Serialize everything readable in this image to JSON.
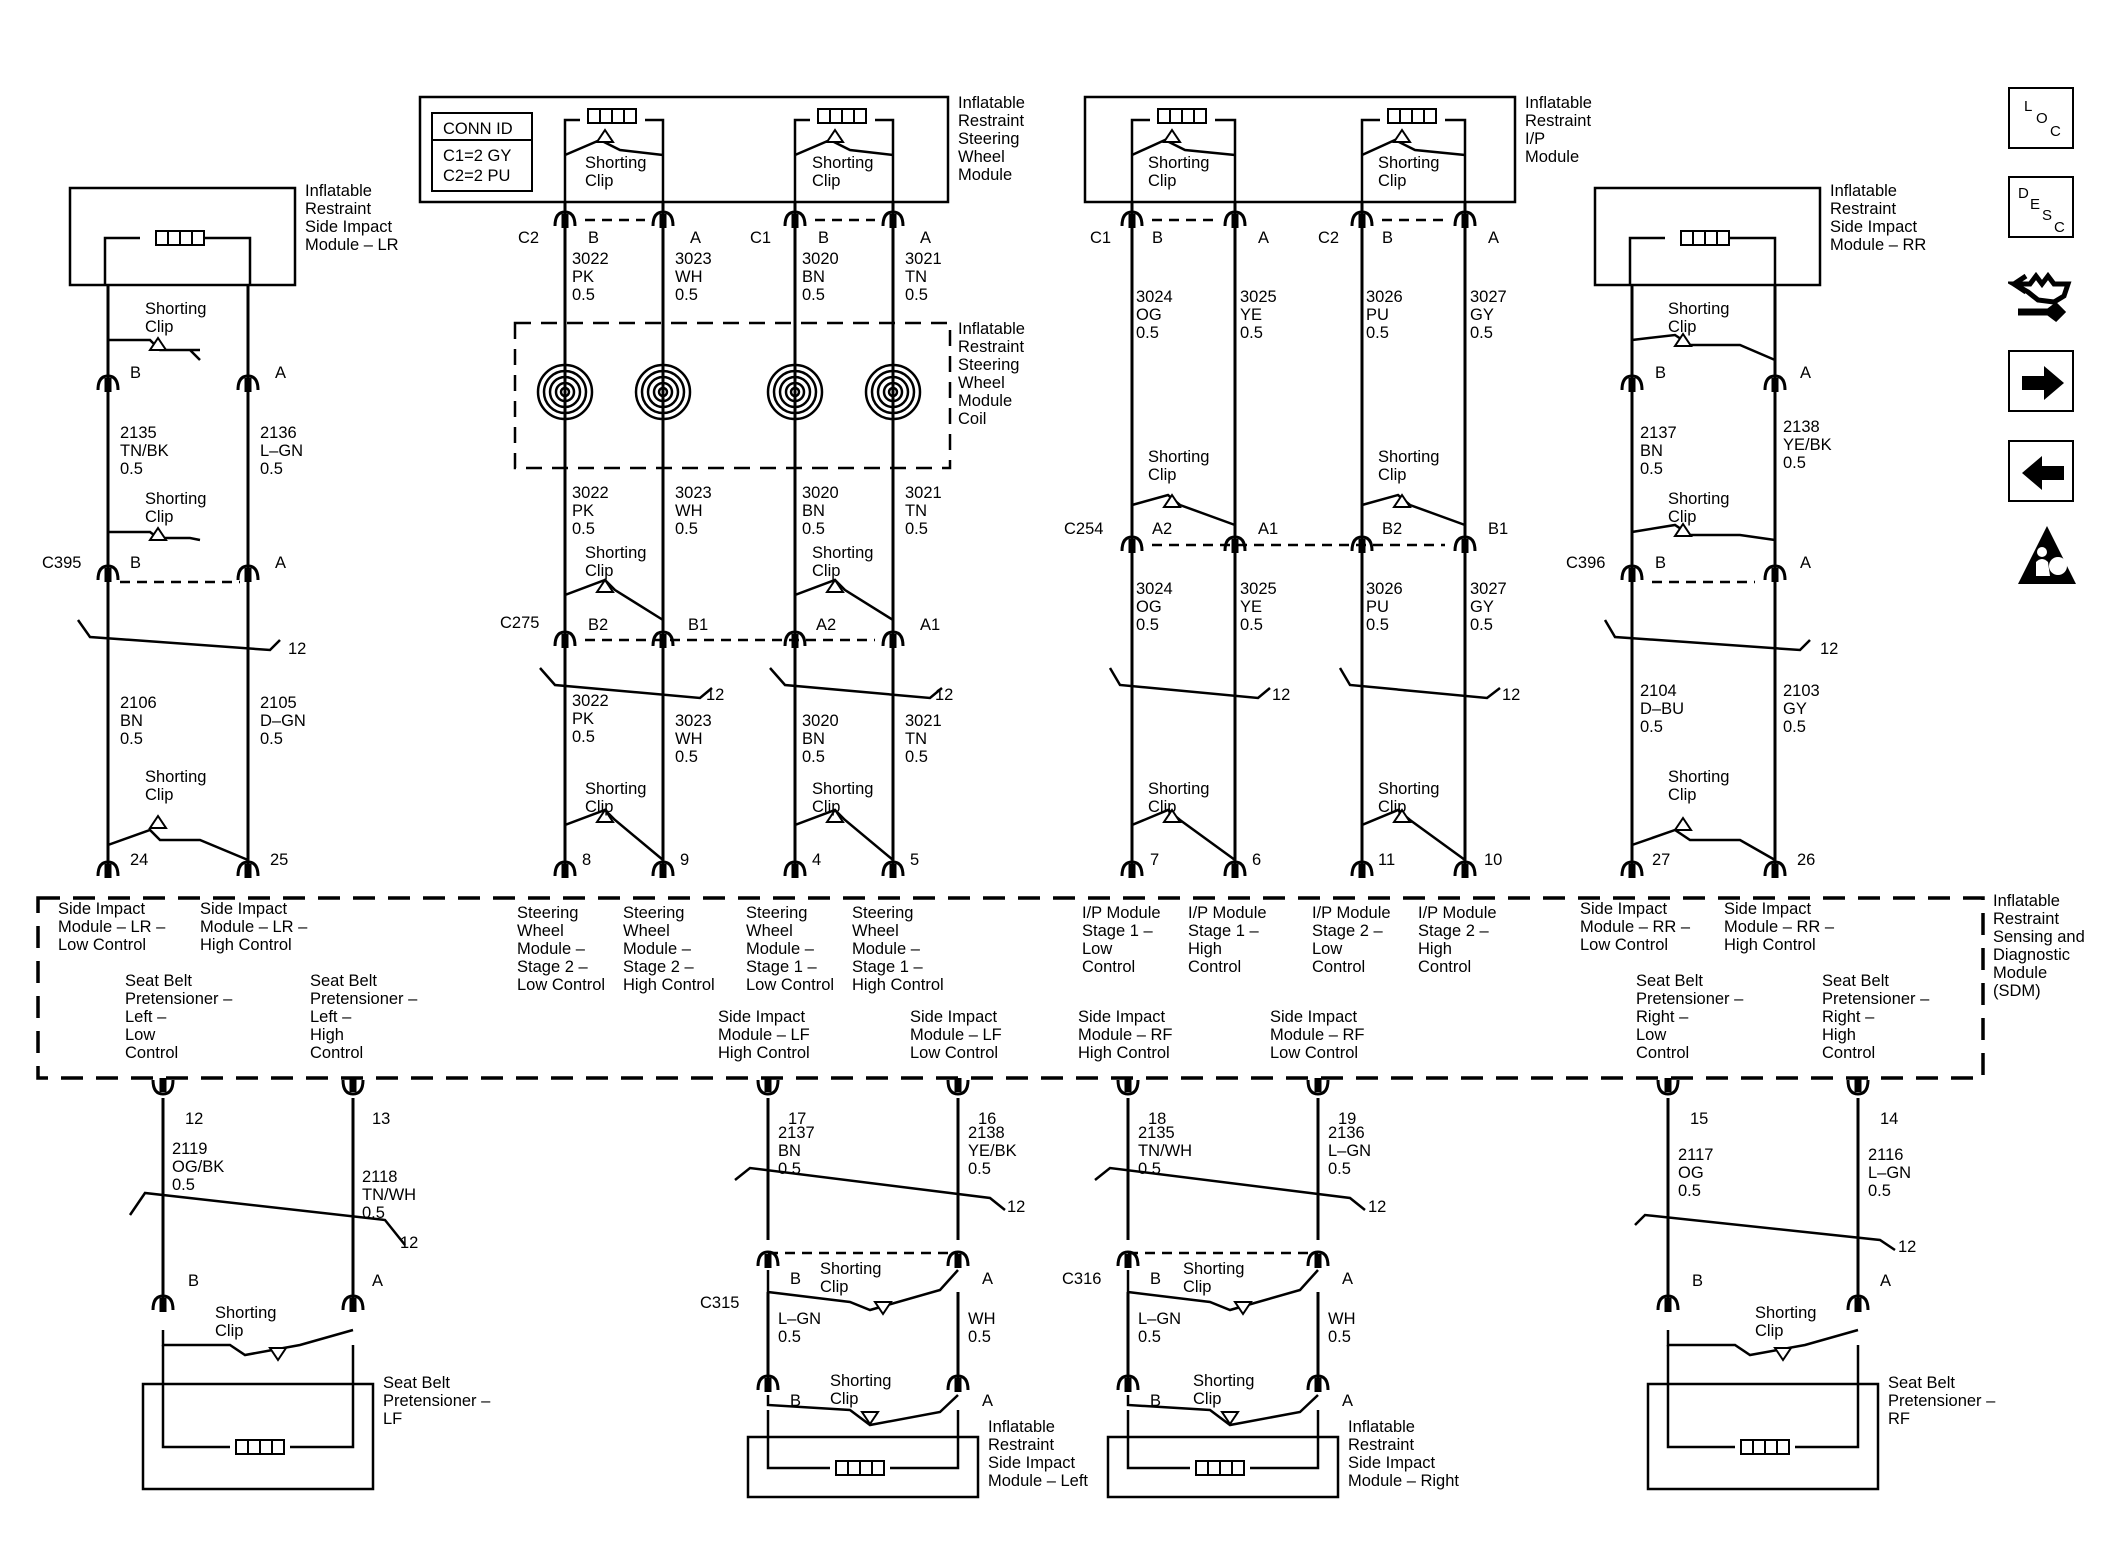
{
  "connector_id": {
    "title": "CONN ID",
    "lines": [
      "C1=2 GY",
      "C2=2 PU"
    ]
  },
  "components": {
    "lr_module": [
      "Inflatable",
      "Restraint",
      "Side Impact",
      "Module – LR"
    ],
    "rr_module": [
      "Inflatable",
      "Restraint",
      "Side Impact",
      "Module – RR"
    ],
    "steering_module": [
      "Inflatable",
      "Restraint",
      "Steering",
      "Wheel",
      "Module"
    ],
    "coil": [
      "Inflatable",
      "Restraint",
      "Steering",
      "Wheel",
      "Module",
      "Coil"
    ],
    "ip_module": [
      "Inflatable",
      "Restraint",
      "I/P",
      "Module"
    ],
    "sdm": [
      "Inflatable",
      "Restraint",
      "Sensing and",
      "Diagnostic",
      "Module",
      "(SDM)"
    ],
    "pretensioner_lf": [
      "Seat Belt",
      "Pretensioner –",
      "LF"
    ],
    "pretensioner_rf": [
      "Seat Belt",
      "Pretensioner –",
      "RF"
    ],
    "side_left": [
      "Inflatable",
      "Restraint",
      "Side Impact",
      "Module – Left"
    ],
    "side_right": [
      "Inflatable",
      "Restraint",
      "Side Impact",
      "Module – Right"
    ]
  },
  "shorting_clip": [
    "Shorting",
    "Clip"
  ],
  "connectors": {
    "C1": "C1",
    "C2": "C2",
    "C395": "C395",
    "C396": "C396",
    "C275": "C275",
    "C254": "C254",
    "C315": "C315",
    "C316": "C316"
  },
  "pins": {
    "A": "A",
    "B": "B",
    "A1": "A1",
    "A2": "A2",
    "B1": "B1",
    "B2": "B2",
    "p24": "24",
    "p25": "25",
    "p8": "8",
    "p9": "9",
    "p4": "4",
    "p5": "5",
    "p7": "7",
    "p6": "6",
    "p11": "11",
    "p10": "10",
    "p27": "27",
    "p26": "26",
    "p12": "12",
    "p13": "13",
    "p17": "17",
    "p16": "16",
    "p18": "18",
    "p19": "19",
    "p15": "15",
    "p14": "14"
  },
  "twisted_pair_label": "12",
  "wires": {
    "w2135": [
      "2135",
      "TN/BK",
      "0.5"
    ],
    "w2136": [
      "2136",
      "L–GN",
      "0.5"
    ],
    "w2106": [
      "2106",
      "BN",
      "0.5"
    ],
    "w2105": [
      "2105",
      "D–GN",
      "0.5"
    ],
    "w3022": [
      "3022",
      "PK",
      "0.5"
    ],
    "w3023": [
      "3023",
      "WH",
      "0.5"
    ],
    "w3020": [
      "3020",
      "BN",
      "0.5"
    ],
    "w3021": [
      "3021",
      "TN",
      "0.5"
    ],
    "w3024": [
      "3024",
      "OG",
      "0.5"
    ],
    "w3025": [
      "3025",
      "YE",
      "0.5"
    ],
    "w3026": [
      "3026",
      "PU",
      "0.5"
    ],
    "w3027": [
      "3027",
      "GY",
      "0.5"
    ],
    "w2137": [
      "2137",
      "BN",
      "0.5"
    ],
    "w2138": [
      "2138",
      "YE/BK",
      "0.5"
    ],
    "w2104": [
      "2104",
      "D–BU",
      "0.5"
    ],
    "w2103": [
      "2103",
      "GY",
      "0.5"
    ],
    "w2119": [
      "2119",
      "OG/BK",
      "0.5"
    ],
    "w2118": [
      "2118",
      "TN/WH",
      "0.5"
    ],
    "w2137b": [
      "2137",
      "BN",
      "0.5"
    ],
    "w2138b": [
      "2138",
      "YE/BK",
      "0.5"
    ],
    "w2135b": [
      "2135",
      "TN/WH",
      "0.5"
    ],
    "w2136b": [
      "2136",
      "L–GN",
      "0.5"
    ],
    "w2117": [
      "2117",
      "OG",
      "0.5"
    ],
    "w2116": [
      "2116",
      "L–GN",
      "0.5"
    ],
    "lgn": [
      "L–GN",
      "0.5"
    ],
    "wh": [
      "WH",
      "0.5"
    ]
  },
  "sdm_functions": {
    "f1": [
      "Side Impact",
      "Module – LR –",
      "Low Control"
    ],
    "f2": [
      "Side Impact",
      "Module – LR –",
      "High Control"
    ],
    "f3": [
      "Steering",
      "Wheel",
      "Module –",
      "Stage 2 –",
      "Low Control"
    ],
    "f4": [
      "Steering",
      "Wheel",
      "Module –",
      "Stage 2 –",
      "High Control"
    ],
    "f5": [
      "Steering",
      "Wheel",
      "Module –",
      "Stage 1 –",
      "Low Control"
    ],
    "f6": [
      "Steering",
      "Wheel",
      "Module –",
      "Stage 1 –",
      "High Control"
    ],
    "f7": [
      "I/P Module",
      "Stage 1 –",
      "Low",
      "Control"
    ],
    "f8": [
      "I/P Module",
      "Stage 1 –",
      "High",
      "Control"
    ],
    "f9": [
      "I/P Module",
      "Stage 2 –",
      "Low",
      "Control"
    ],
    "f10": [
      "I/P Module",
      "Stage 2 –",
      "High",
      "Control"
    ],
    "f11": [
      "Side Impact",
      "Module – RR –",
      "Low Control"
    ],
    "f12": [
      "Side Impact",
      "Module – RR –",
      "High Control"
    ],
    "f13": [
      "Seat Belt",
      "Pretensioner –",
      "Left –",
      "Low",
      "Control"
    ],
    "f14": [
      "Seat Belt",
      "Pretensioner –",
      "Left –",
      "High",
      "Control"
    ],
    "f15": [
      "Side Impact",
      "Module – LF",
      "High Control"
    ],
    "f16": [
      "Side Impact",
      "Module – LF",
      "Low Control"
    ],
    "f17": [
      "Side Impact",
      "Module – RF",
      "High Control"
    ],
    "f18": [
      "Side Impact",
      "Module – RF",
      "Low Control"
    ],
    "f19": [
      "Seat Belt",
      "Pretensioner –",
      "Right –",
      "Low",
      "Control"
    ],
    "f20": [
      "Seat Belt",
      "Pretensioner –",
      "Right –",
      "High",
      "Control"
    ]
  },
  "nav": {
    "loc": [
      "L",
      "O",
      "C"
    ],
    "desc": [
      "D",
      "E",
      "S",
      "C"
    ],
    "items": [
      "loc-icon",
      "desc-icon",
      "harness-icon",
      "next-arrow-icon",
      "previous-arrow-icon",
      "airbag-warning-icon"
    ]
  }
}
